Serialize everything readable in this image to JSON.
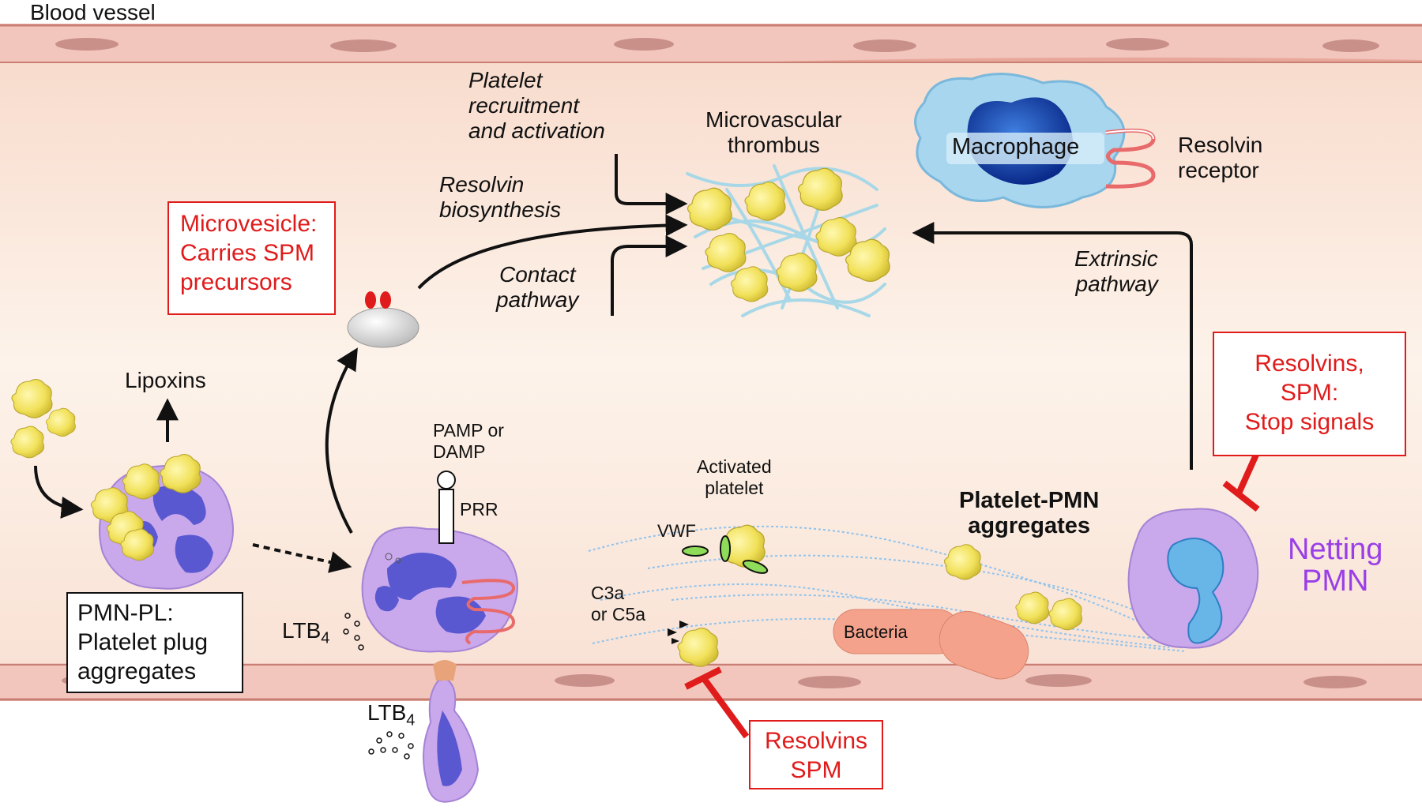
{
  "title": "Blood vessel",
  "labels": {
    "platelet_recruitment": [
      "Platelet",
      "recruitment",
      "and activation"
    ],
    "resolvin_biosynthesis": [
      "Resolvin",
      "biosynthesis"
    ],
    "contact_pathway": [
      "Contact",
      "pathway"
    ],
    "microvascular_thrombus": [
      "Microvascular",
      "thrombus"
    ],
    "macrophage": "Macrophage",
    "resolvin_receptor": [
      "Resolvin",
      "receptor"
    ],
    "extrinsic_pathway": [
      "Extrinsic",
      "pathway"
    ],
    "lipoxins": "Lipoxins",
    "pamp": [
      "PAMP or",
      "DAMP"
    ],
    "prr": "PRR",
    "ltb4_main": "LTB",
    "ltb4_sub": "4",
    "activated_platelet": [
      "Activated",
      "platelet"
    ],
    "vwf": "VWF",
    "c3a": [
      "C3a",
      "or C5a"
    ],
    "platelet_pmn": [
      "Platelet-PMN",
      "aggregates"
    ],
    "netting_pmn": [
      "Netting",
      "PMN"
    ],
    "bacteria": "Bacteria"
  },
  "boxes": {
    "microvesicle": [
      "Microvesicle:",
      "Carries SPM",
      "precursors"
    ],
    "pmn_pl": [
      "PMN-PL:",
      "Platelet plug",
      "aggregates"
    ],
    "stop_signals": [
      "Resolvins,",
      "SPM:",
      "Stop signals"
    ],
    "resolvins_spm": [
      "Resolvins",
      "SPM"
    ]
  },
  "colors": {
    "vessel_wall": "#f2c6bc",
    "lumen": "#fdf1e7",
    "pmn_cell": "#c9a8ec",
    "nucleus": "#5a58d0",
    "platelet": "#f1e15a",
    "inhibitor_red": "#e01b1b",
    "netting_purple": "#9a3fe8"
  }
}
